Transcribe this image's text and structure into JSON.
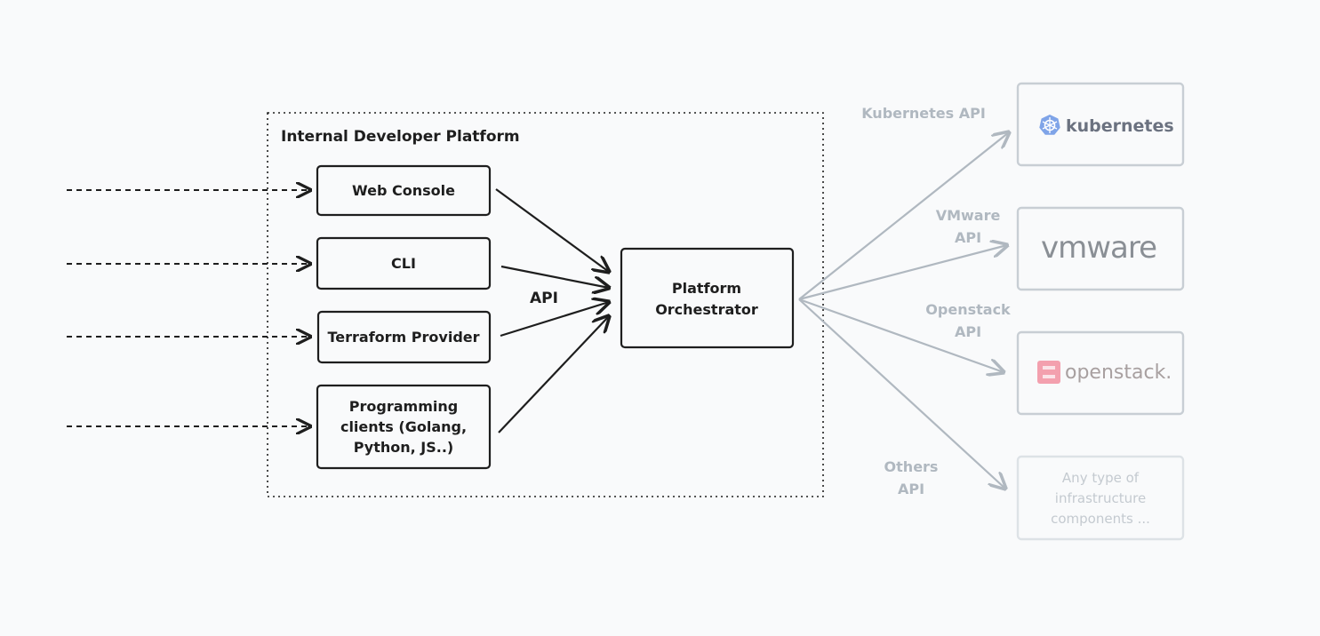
{
  "frame": {
    "title": "Internal Developer Platform"
  },
  "clients": [
    {
      "lines": [
        "Web Console"
      ]
    },
    {
      "lines": [
        "CLI"
      ]
    },
    {
      "lines": [
        "Terraform Provider"
      ]
    },
    {
      "lines": [
        "Programming",
        "clients (Golang,",
        "Python, JS..)"
      ]
    }
  ],
  "api_label": "API",
  "orchestrator": {
    "lines": [
      "Platform",
      "Orchestrator"
    ]
  },
  "targets": [
    {
      "api_lines": [
        "Kubernetes API"
      ],
      "logo_text": "kubernetes",
      "logo_icon": "kubernetes-helm-icon"
    },
    {
      "api_lines": [
        "VMware",
        "API"
      ],
      "logo_text": "vmware",
      "logo_icon": ""
    },
    {
      "api_lines": [
        "Openstack",
        "API"
      ],
      "logo_text": "openstack.",
      "logo_icon": "openstack-icon"
    },
    {
      "api_lines": [
        "Others",
        "API"
      ],
      "logo_lines": [
        "Any type of",
        "infrastructure",
        "components ..."
      ]
    }
  ],
  "colors": {
    "ink": "#1e1e1e",
    "muted": "#b0b8c0",
    "openstack_red": "#ed1944",
    "k8s_blue": "#326ce5"
  }
}
